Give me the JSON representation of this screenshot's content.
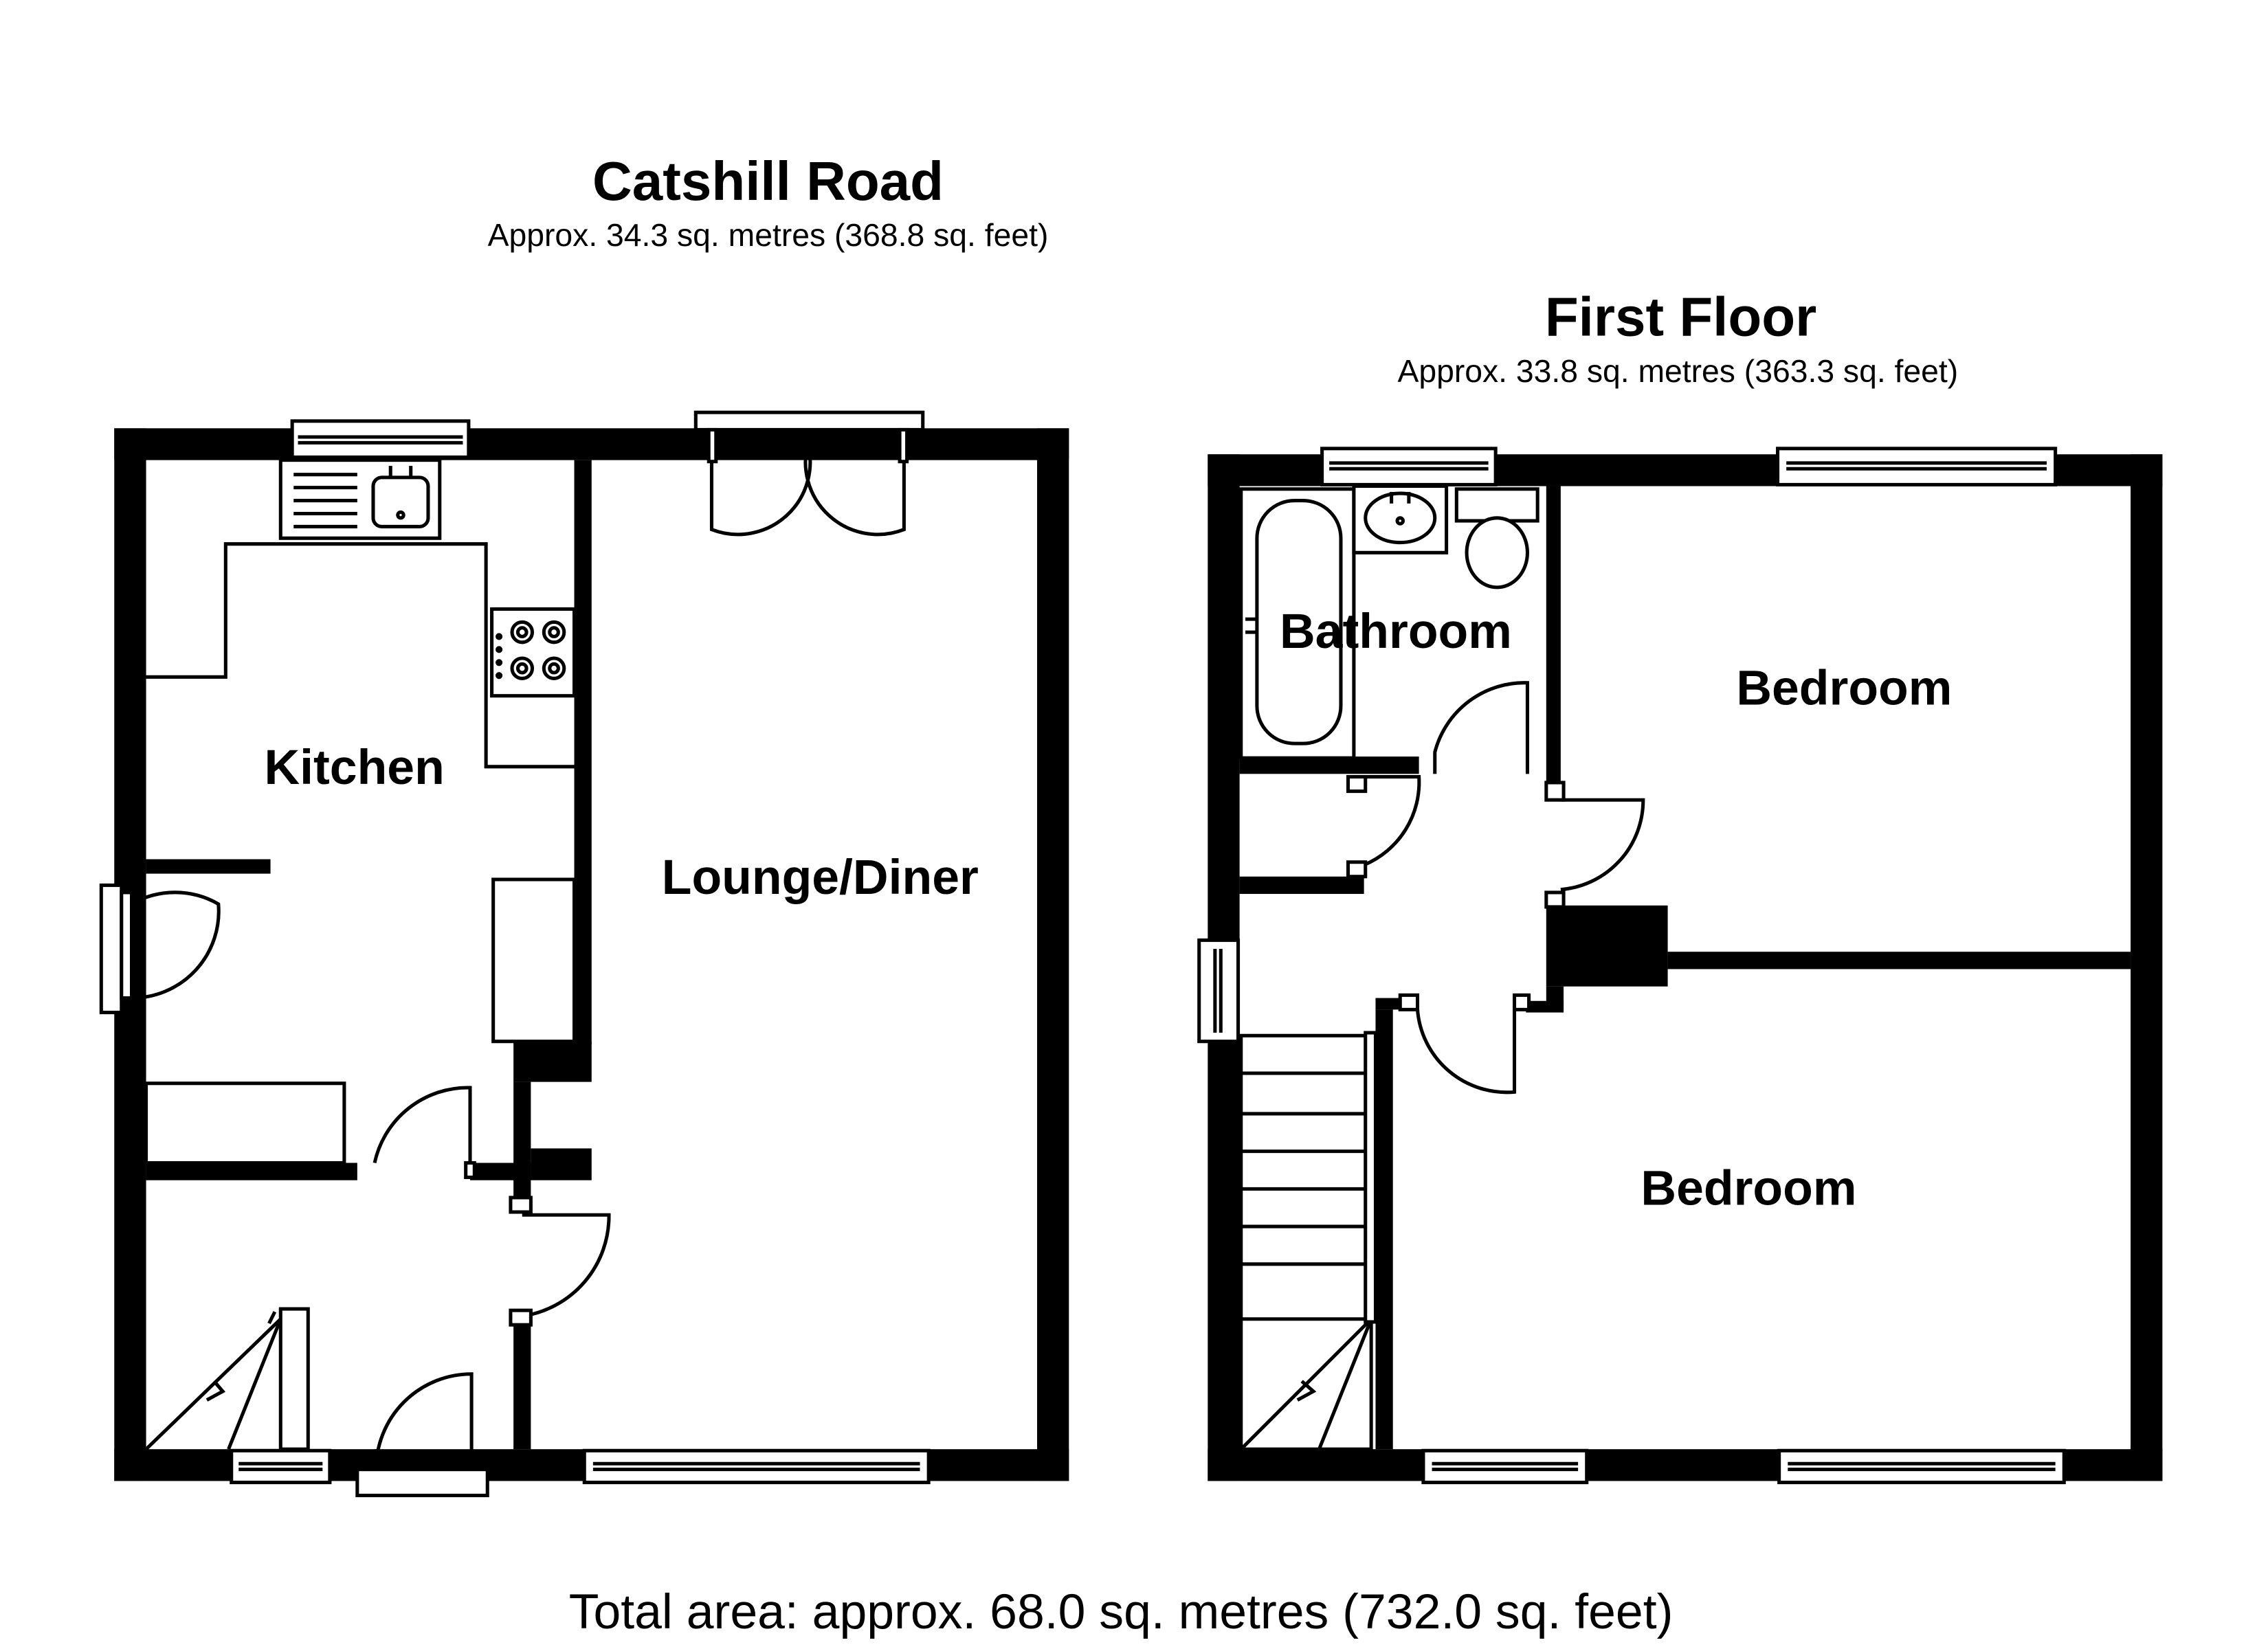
{
  "ground_floor": {
    "title": "Catshill Road",
    "area": "Approx. 34.3 sq. metres (368.8 sq. feet)",
    "rooms": {
      "kitchen": "Kitchen",
      "lounge": "Lounge/Diner"
    }
  },
  "first_floor": {
    "title": "First Floor",
    "area": "Approx. 33.8 sq. metres (363.3 sq. feet)",
    "rooms": {
      "bathroom": "Bathroom",
      "bedroom_rear": "Bedroom",
      "bedroom_front": "Bedroom"
    }
  },
  "total_area": "Total area: approx. 68.0 sq. metres (732.0 sq. feet)"
}
